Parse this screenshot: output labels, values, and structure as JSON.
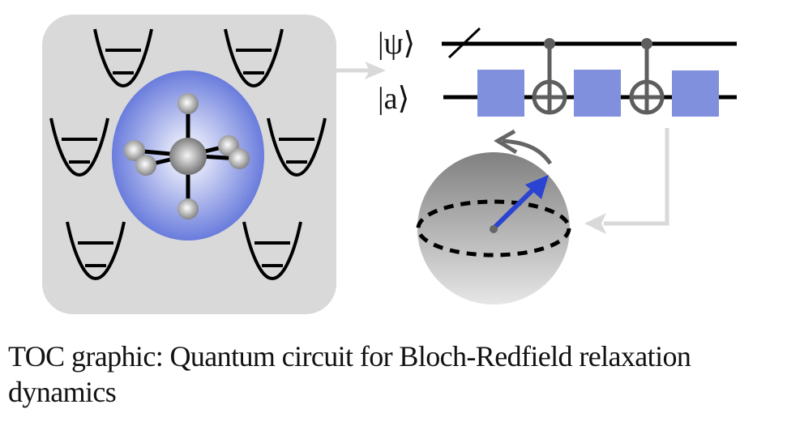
{
  "figure": {
    "left_panel": {
      "name": "molecule-in-bath",
      "background_color": "#d9d9d9",
      "molecule_glow_color": "#5b6fd9",
      "well_count": 6
    },
    "circuit": {
      "system_label": "|ψ⟩",
      "ancilla_label": "|a⟩",
      "gate_color": "#8190dd",
      "control_color": "#5e5e5e",
      "gate_count": 3,
      "cnot_count": 2
    },
    "bloch_sphere": {
      "vector_color": "#2a43d1",
      "rotation_arrow_color": "#666666"
    },
    "arrow_color": "#d9d9d9"
  },
  "caption": {
    "text": "TOC graphic: Quantum circuit for Bloch-Redfield relaxation dynamics"
  }
}
